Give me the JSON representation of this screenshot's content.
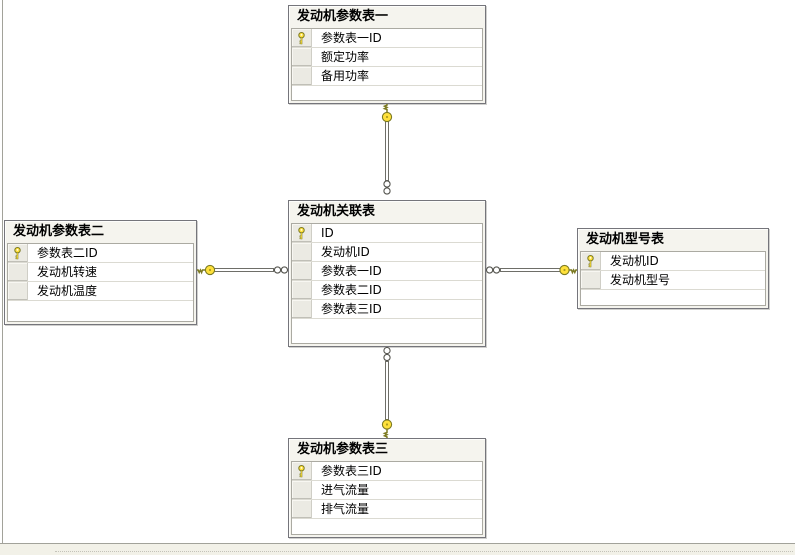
{
  "diagram": {
    "background_color": "#FFFFFF",
    "key_color": "#FFE13B",
    "tables": [
      {
        "name": "发动机参数表一",
        "columns": [
          {
            "name": "参数表一ID",
            "primary_key": true
          },
          {
            "name": "额定功率",
            "primary_key": false
          },
          {
            "name": "备用功率",
            "primary_key": false
          }
        ]
      },
      {
        "name": "发动机关联表",
        "columns": [
          {
            "name": "ID",
            "primary_key": true
          },
          {
            "name": "发动机ID",
            "primary_key": false
          },
          {
            "name": "参数表一ID",
            "primary_key": false
          },
          {
            "name": "参数表二ID",
            "primary_key": false
          },
          {
            "name": "参数表三ID",
            "primary_key": false
          }
        ]
      },
      {
        "name": "发动机参数表二",
        "columns": [
          {
            "name": "参数表二ID",
            "primary_key": true
          },
          {
            "name": "发动机转速",
            "primary_key": false
          },
          {
            "name": "发动机温度",
            "primary_key": false
          }
        ]
      },
      {
        "name": "发动机型号表",
        "columns": [
          {
            "name": "发动机ID",
            "primary_key": true
          },
          {
            "name": "发动机型号",
            "primary_key": false
          }
        ]
      },
      {
        "name": "发动机参数表三",
        "columns": [
          {
            "name": "参数表三ID",
            "primary_key": true
          },
          {
            "name": "进气流量",
            "primary_key": false
          },
          {
            "name": "排气流量",
            "primary_key": false
          }
        ]
      }
    ],
    "relationships": [
      {
        "one_side": "发动机参数表一",
        "many_side": "发动机关联表",
        "one_symbol": "key",
        "many_symbol": "infinity"
      },
      {
        "one_side": "发动机参数表二",
        "many_side": "发动机关联表",
        "one_symbol": "key",
        "many_symbol": "infinity"
      },
      {
        "one_side": "发动机型号表",
        "many_side": "发动机关联表",
        "one_symbol": "key",
        "many_symbol": "infinity"
      },
      {
        "one_side": "发动机参数表三",
        "many_side": "发动机关联表",
        "one_symbol": "key",
        "many_symbol": "infinity"
      }
    ]
  }
}
